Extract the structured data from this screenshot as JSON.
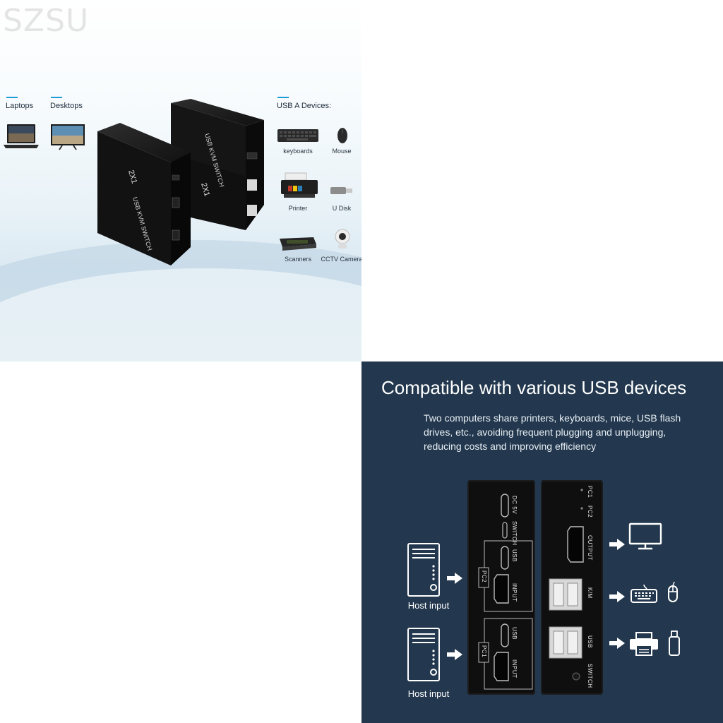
{
  "top_left": {
    "brand": "SZSU",
    "categories": [
      {
        "label": "Laptops"
      },
      {
        "label": "Desktops"
      },
      {
        "label": "USB A Devices:"
      }
    ],
    "devices": [
      {
        "label": "keyboards"
      },
      {
        "label": "Mouse"
      },
      {
        "label": "Printer"
      },
      {
        "label": "U Disk"
      },
      {
        "label": "Scanners"
      },
      {
        "label": "CCTV Camera"
      }
    ],
    "product_text": {
      "front_label": "USB KVM SWITCH",
      "back_label": "USB KVM SWITCH",
      "model_front": "2X1",
      "model_back": "2X1"
    }
  },
  "bottom_right": {
    "title": "Compatible with various USB devices",
    "description": "Two computers share printers, keyboards, mice, USB flash drives, etc., avoiding frequent plugging and unplugging, reducing costs and improving efficiency",
    "host_inputs": [
      {
        "label": "Host input"
      },
      {
        "label": "Host input"
      }
    ],
    "left_panel_ports": {
      "dc": "DC 5V",
      "switch": "SWITCH",
      "pc2_usb": "USB",
      "pc2_input": "INPUT",
      "pc2_tag": "PC2",
      "pc1_usb": "USB",
      "pc1_input": "INPUT",
      "pc1_tag": "PC1"
    },
    "right_panel_ports": {
      "pc1": "PC1",
      "pc2": "PC2",
      "output": "OUTPUT",
      "km": "K/M",
      "usb": "USB",
      "switch": "SWITCH"
    },
    "icons": [
      "monitor-icon",
      "keyboard-icon",
      "mouse-icon",
      "printer-icon",
      "usb-drive-icon",
      "tower-pc-icon",
      "arrow-right-icon"
    ],
    "colors": {
      "background": "#23384e",
      "text": "#ffffff"
    }
  }
}
